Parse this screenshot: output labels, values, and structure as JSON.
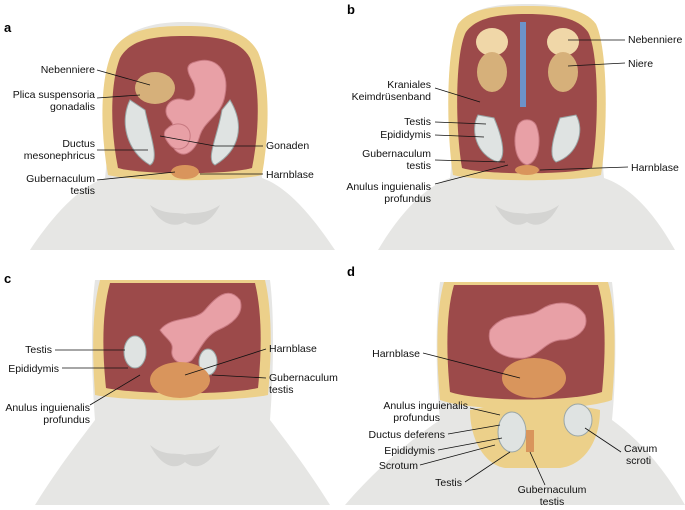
{
  "panels": {
    "a": {
      "letter": "a",
      "labels": {
        "nebenniere": "Nebenniere",
        "plica_1": "Plica suspensoria",
        "plica_2": "gonadalis",
        "ductus_1": "Ductus",
        "ductus_2": "mesonephricus",
        "gonaden": "Gonaden",
        "gubernaculum_1": "Gubernaculum",
        "gubernaculum_2": "testis",
        "harnblase": "Harnblase"
      }
    },
    "b": {
      "letter": "b",
      "labels": {
        "kraniales_1": "Kraniales",
        "kraniales_2": "Keimdrüsenband",
        "testis": "Testis",
        "epididymis": "Epididymis",
        "gubernaculum_1": "Gubernaculum",
        "gubernaculum_2": "testis",
        "anulus_1": "Anulus inguienalis",
        "anulus_2": "profundus",
        "nebenniere": "Nebenniere",
        "niere": "Niere",
        "harnblase": "Harnblase"
      }
    },
    "c": {
      "letter": "c",
      "labels": {
        "testis": "Testis",
        "epididymis": "Epididymis",
        "anulus_1": "Anulus inguienalis",
        "anulus_2": "profundus",
        "harnblase": "Harnblase",
        "gubernaculum_1": "Gubernaculum",
        "gubernaculum_2": "testis"
      }
    },
    "d": {
      "letter": "d",
      "labels": {
        "harnblase": "Harnblase",
        "anulus_1": "Anulus inguienalis",
        "anulus_2": "profundus",
        "ductus_deferens": "Ductus deferens",
        "epididymis": "Epididymis",
        "scrotum": "Scrotum",
        "testis": "Testis",
        "gubernaculum_1": "Gubernaculum",
        "gubernaculum_2": "testis",
        "cavum_1": "Cavum",
        "cavum_2": "scroti"
      }
    }
  },
  "colors": {
    "skin": "#e6e6e4",
    "skin_shade": "#cfcfcd",
    "cavity": "#9c4a4a",
    "cavity_deep": "#7e3535",
    "fat": "#ecd08a",
    "intestine": "#e8a0a6",
    "intestine_dark": "#c87a82",
    "kidney": "#d6b07a",
    "kidney_light": "#f0d7a8",
    "bladder": "#d9955c",
    "testis": "#dfe3e2",
    "testis_edge": "#9aa6a6",
    "vessel": "#6c93c9"
  }
}
